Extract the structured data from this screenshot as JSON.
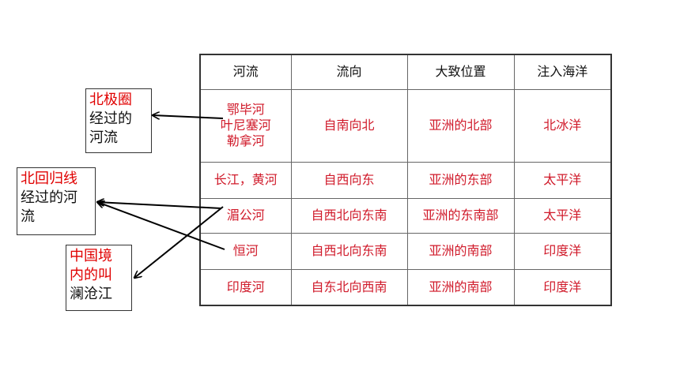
{
  "table": {
    "headers": [
      "河流",
      "流向",
      "大致位置",
      "注入海洋"
    ],
    "rows": [
      {
        "river": [
          "鄂毕河",
          "叶尼塞河",
          "勒拿河"
        ],
        "direction": "自南向北",
        "location": "亚洲的北部",
        "ocean": "北冰洋"
      },
      {
        "river": [
          "长江，黄河"
        ],
        "direction": "自西向东",
        "location": "亚洲的东部",
        "ocean": "太平洋"
      },
      {
        "river": [
          "湄公河"
        ],
        "direction": "自西北向东南",
        "location": "亚洲的东南部",
        "ocean": "太平洋"
      },
      {
        "river": [
          "恒河"
        ],
        "direction": "自西北向东南",
        "location": "亚洲的南部",
        "ocean": "印度洋"
      },
      {
        "river": [
          "印度河"
        ],
        "direction": "自东北向西南",
        "location": "亚洲的南部",
        "ocean": "印度洋"
      }
    ]
  },
  "notes": {
    "arctic": {
      "highlight": "北极圈",
      "rest": [
        "经过的",
        "河流"
      ]
    },
    "tropic": {
      "highlight": "北回归线",
      "rest": [
        "经过的河",
        "流"
      ]
    },
    "lancang": {
      "highlight": [
        "中国境",
        "内的叫"
      ],
      "rest": [
        "澜沧江"
      ]
    }
  },
  "colors": {
    "highlight": "#e00000",
    "cell_text": "#d01a2a",
    "border": "#333333"
  }
}
